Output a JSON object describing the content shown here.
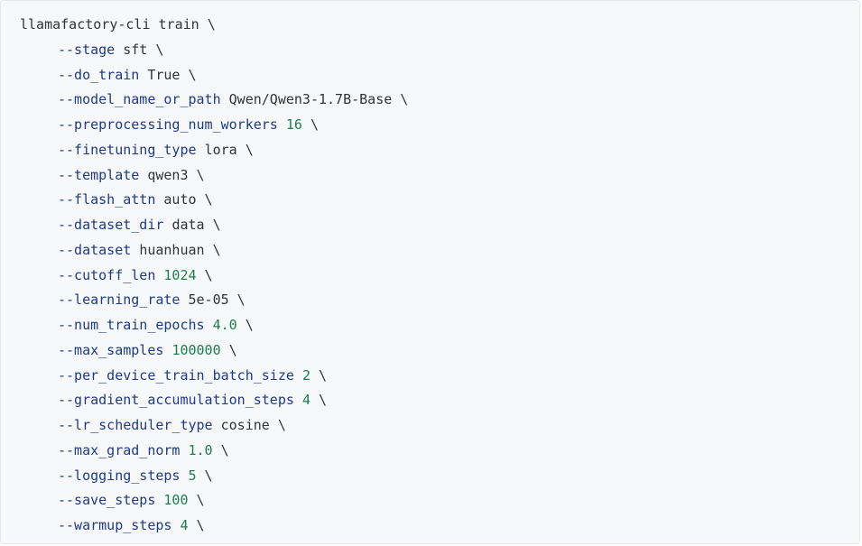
{
  "code": {
    "command": "llamafactory-cli train",
    "continuation": " \\",
    "lines": [
      {
        "flag": "--stage",
        "value": "sft",
        "kind": "plain"
      },
      {
        "flag": "--do_train",
        "value": "True",
        "kind": "plain"
      },
      {
        "flag": "--model_name_or_path",
        "value": "Qwen/Qwen3-1.7B-Base",
        "kind": "plain"
      },
      {
        "flag": "--preprocessing_num_workers",
        "value": "16",
        "kind": "num"
      },
      {
        "flag": "--finetuning_type",
        "value": "lora",
        "kind": "plain"
      },
      {
        "flag": "--template",
        "value": "qwen3",
        "kind": "plain"
      },
      {
        "flag": "--flash_attn",
        "value": "auto",
        "kind": "plain"
      },
      {
        "flag": "--dataset_dir",
        "value": "data",
        "kind": "plain"
      },
      {
        "flag": "--dataset",
        "value": "huanhuan",
        "kind": "plain"
      },
      {
        "flag": "--cutoff_len",
        "value": "1024",
        "kind": "num"
      },
      {
        "flag": "--learning_rate",
        "value": "5e-05",
        "kind": "plain"
      },
      {
        "flag": "--num_train_epochs",
        "value": "4.0",
        "kind": "num"
      },
      {
        "flag": "--max_samples",
        "value": "100000",
        "kind": "num"
      },
      {
        "flag": "--per_device_train_batch_size",
        "value": "2",
        "kind": "num"
      },
      {
        "flag": "--gradient_accumulation_steps",
        "value": "4",
        "kind": "num"
      },
      {
        "flag": "--lr_scheduler_type",
        "value": "cosine",
        "kind": "plain"
      },
      {
        "flag": "--max_grad_norm",
        "value": "1.0",
        "kind": "num"
      },
      {
        "flag": "--logging_steps",
        "value": "5",
        "kind": "num"
      },
      {
        "flag": "--save_steps",
        "value": "100",
        "kind": "num"
      },
      {
        "flag": "--warmup_steps",
        "value": "4",
        "kind": "num"
      }
    ]
  },
  "colors": {
    "background": "#f7f8fa",
    "flag": "#1d3a8a",
    "number": "#1a7f4b",
    "text": "#333333"
  }
}
